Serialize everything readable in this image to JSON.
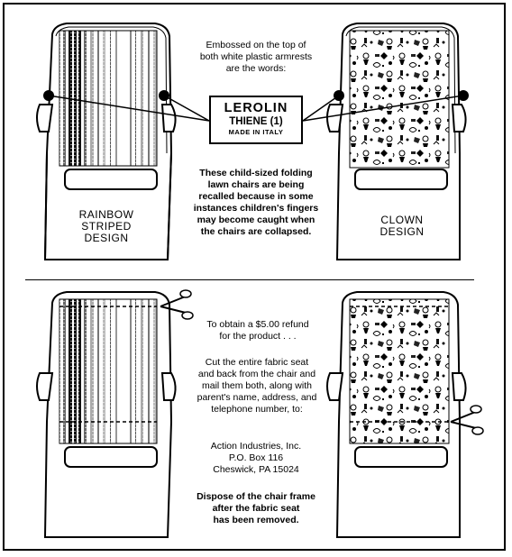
{
  "emboss_note": {
    "line1": "Embossed on the top of",
    "line2": "both white plastic armrests",
    "line3": "are the words:"
  },
  "label": {
    "line1": "LEROLIN",
    "line2": "THIENE (1)",
    "line3": "MADE IN ITALY"
  },
  "recall_note": {
    "line1": "These child-sized folding",
    "line2": "lawn chairs are being",
    "line3": "recalled because in some",
    "line4": "instances children's fingers",
    "line5": "may become caught when",
    "line6": "the chairs are collapsed."
  },
  "rainbow_label": {
    "line1": "RAINBOW",
    "line2": "STRIPED",
    "line3": "DESIGN"
  },
  "clown_label": {
    "line1": "CLOWN",
    "line2": "DESIGN"
  },
  "refund": {
    "line1": "To obtain a $5.00 refund",
    "line2": "for the product . . ."
  },
  "instructions": {
    "line1": "Cut the entire fabric seat",
    "line2": "and back from the chair and",
    "line3": "mail them both, along with",
    "line4": "parent's name, address, and",
    "line5": "telephone number, to:"
  },
  "address": {
    "line1": "Action Industries, Inc.",
    "line2": "P.O. Box 116",
    "line3": "Cheswick, PA 15024"
  },
  "dispose": {
    "line1": "Dispose of the chair frame",
    "line2": "after the fabric seat",
    "line3": "has been removed."
  }
}
